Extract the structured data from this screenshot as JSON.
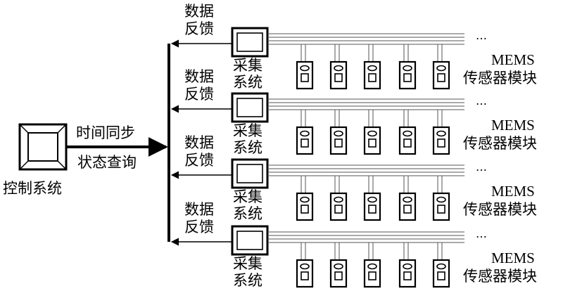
{
  "controller": {
    "label": "控制系统"
  },
  "command": {
    "line1": "时间同步",
    "line2": "状态查询"
  },
  "rows": [
    {
      "feedback": [
        "数据",
        "反馈"
      ],
      "collector": [
        "采集",
        "系统"
      ],
      "ellipsis": "…",
      "module": [
        "MEMS",
        "传感器模块"
      ]
    },
    {
      "feedback": [
        "数据",
        "反馈"
      ],
      "collector": [
        "采集",
        "系统"
      ],
      "ellipsis": "…",
      "module": [
        "MEMS",
        "传感器模块"
      ]
    },
    {
      "feedback": [
        "数据",
        "反馈"
      ],
      "collector": [
        "采集",
        "系统"
      ],
      "ellipsis": "…",
      "module": [
        "MEMS",
        "传感器模块"
      ]
    },
    {
      "feedback": [
        "数据",
        "反馈"
      ],
      "collector": [
        "采集",
        "系统"
      ],
      "ellipsis": "…",
      "module": [
        "MEMS",
        "传感器模块"
      ]
    }
  ],
  "sensors_per_row": 5,
  "colors": {
    "ink": "#000000",
    "background": "#ffffff"
  }
}
